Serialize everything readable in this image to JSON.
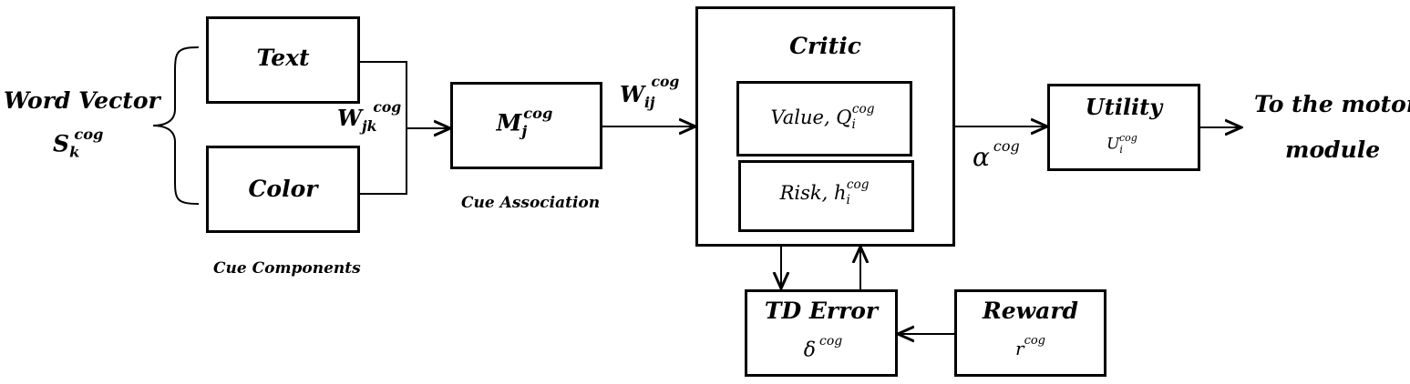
{
  "word_vector": {
    "title": "Word Vector",
    "sym": "S",
    "sub": "k",
    "sup": "cog"
  },
  "text_box": {
    "label": "Text"
  },
  "color_box": {
    "label": "Color"
  },
  "cue_components": {
    "caption": "Cue Components"
  },
  "w_jk": {
    "sym": "W",
    "sub": "jk",
    "sup": "cog"
  },
  "m_j": {
    "sym": "M",
    "sub": "j",
    "sup": "cog"
  },
  "cue_association": {
    "caption": "Cue Association"
  },
  "w_ij": {
    "sym": "W",
    "sub": "ij",
    "sup": "cog"
  },
  "critic": {
    "title": "Critic",
    "value": {
      "label": "Value, Q",
      "sub": "i",
      "sup": "cog"
    },
    "risk": {
      "label": "Risk, h",
      "sub": "i",
      "sup": "cog"
    }
  },
  "alpha": {
    "sym": "α",
    "sup": "cog"
  },
  "utility": {
    "title": "Utility",
    "sym": "U",
    "sub": "i",
    "sup": "cog"
  },
  "output": {
    "line1": "To the motor",
    "line2": "module"
  },
  "td_error": {
    "title": "TD Error",
    "sym": "δ",
    "sup": "cog"
  },
  "reward": {
    "title": "Reward",
    "sym": "r",
    "sup": "cog"
  }
}
